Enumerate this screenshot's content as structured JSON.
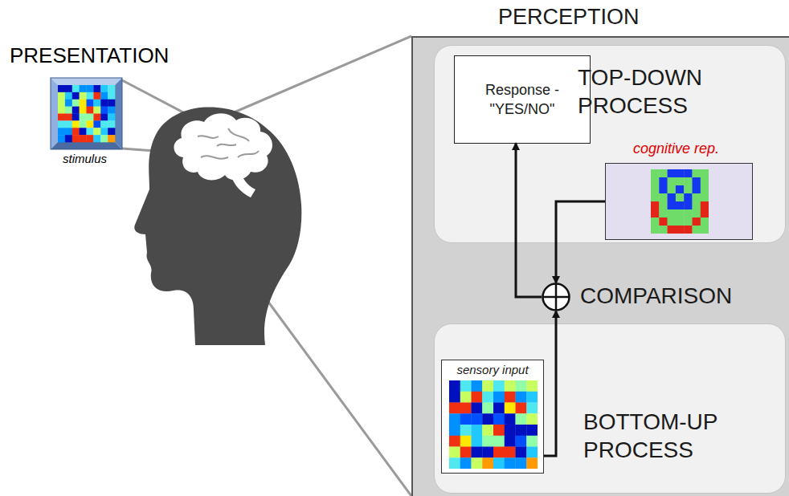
{
  "diagram": {
    "nodes": [
      {
        "text": [
          "PERCEPTION"
        ]
      },
      {
        "text": [
          "TOP-DOWN PROCESS"
        ],
        "in": 0
      },
      {
        "text": [
          "Response - \"YES/NO\""
        ],
        "in": 1
      },
      {
        "text": [
          "cognitive rep."
        ],
        "in": 1
      },
      {
        "text": [
          "COMPARISON"
        ],
        "in": 0
      },
      {
        "text": [
          "BOTTOM-UP PROCESS"
        ],
        "in": 0
      },
      {
        "text": [
          "sensory input"
        ],
        "in": 5
      }
    ],
    "edges": [
      {
        "from": 6,
        "to": 4,
        "arrow": "to"
      },
      {
        "from": 3,
        "to": 4,
        "arrow": "to"
      },
      {
        "from": 4,
        "to": 2,
        "arrow": "to"
      }
    ],
    "labels": [
      "PRESENTATION",
      "stimulus"
    ]
  }
}
